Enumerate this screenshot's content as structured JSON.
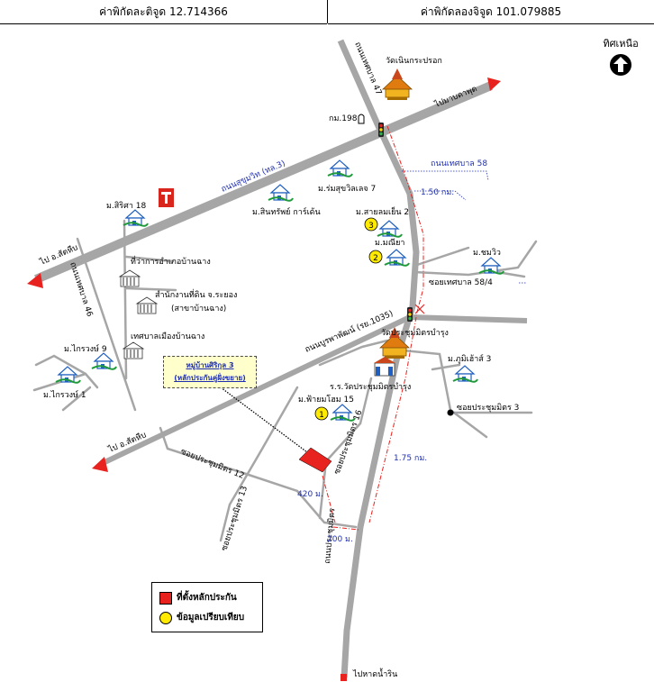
{
  "header": {
    "latitude": "ค่าพิกัดละติจูด 12.714366",
    "longitude": "ค่าพิกัดลองจิจูด 101.079885"
  },
  "north": {
    "label": "ทิศเหนือ",
    "icon": "north-arrow-icon"
  },
  "roads": {
    "sukhumvit": "ถนนสุขุมวิท (ทล.3)",
    "rd47": "ถนนเทศบาล 47",
    "rd58": "ถนนเทศบาล 58",
    "rd46": "ถนนเทศบาล 46",
    "soi584": "ซอยเทศบาล 58/4",
    "bupha": "ถนนบูรพาพัฒน์ (รย.1035)",
    "soi16": "ซอยประชุมมิตร 16",
    "soi12": "ซอยประชุมมิตร 12",
    "soi13": "ซอยประชุมมิตร 13",
    "soi3": "ซอยประชุมมิตร 3",
    "prachum": "ถนนประชุมมิตร"
  },
  "directions": {
    "to_pak": "ไปมาบตาพุด",
    "to_sattahip1": "ไป อ.สัตหีบ",
    "to_sattahip2": "ไป อ.สัตหีบ",
    "to_beach": "ไปหาดน้ำริน"
  },
  "distances": {
    "d150": "1.50 กม.",
    "d175": "1.75 กม.",
    "d420": "420 ม.",
    "d200": "200 ม."
  },
  "places": {
    "wat_nern": "วัดเนินกระปรอก",
    "km198": "กม.198",
    "sirika": "ม.สิริศา 18",
    "romsuk": "ม.ร่มสุขวิลเลจ 7",
    "sinsap": "ม.สินทรัพย์ การ์เด้น",
    "amphoe": "ที่ว่าการอำเภอบ้านฉาง",
    "land1": "สำนักงานที่ดิน จ.ระยอง",
    "land2": "(สาขาบ้านฉาง)",
    "thesaban": "เทศบาลเมืองบ้านฉาง",
    "krawong9": "ม.ไกรวงษ์ 9",
    "krawong1": "ม.ไกรวงษ์ 1",
    "saiyen": "ม.สายลมเย็น 2",
    "maniya": "ม.มณียา",
    "chomwiw": "ม.ชมวิว",
    "wat_prachum": "วัดประชุมมิตรบำรุง",
    "school": "ร.ร.วัดประชุมมิตรบำรุง",
    "phumi": "ม.ภูมิเฮ้าส์ 3",
    "faifah": "ม.ฟ้ายมโฮม 15"
  },
  "callout": {
    "line1": "หมู่บ้านศิริกุล 3",
    "line2": "(หลักประกันคู่ฝั่งขยาย)"
  },
  "markers": {
    "m1": "1",
    "m2": "2",
    "m3": "3"
  },
  "legend": {
    "collateral": "ที่ตั้งหลักประกัน",
    "comparison": "ข้อมูลเปรียบเทียบ"
  },
  "colors": {
    "road": "#a6a6a6",
    "arrow": "#e8231f",
    "label": "#1f2fb0",
    "marker": "#ffea00",
    "site": "#e8231f"
  }
}
